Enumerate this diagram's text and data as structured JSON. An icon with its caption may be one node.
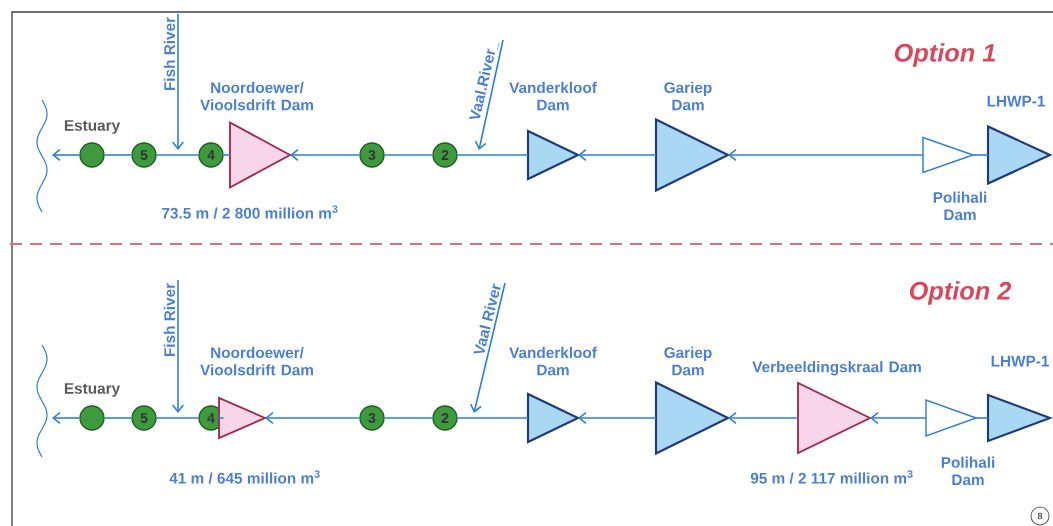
{
  "diagram": {
    "nodes": [
      {
        "text": [
          "Estuary"
        ]
      },
      {
        "text": [
          "5"
        ]
      },
      {
        "text": [
          "4"
        ]
      },
      {
        "text": [
          "Noordoewer/ Vioolsdrift Dam"
        ],
        "beside": [
          "73.5 m / 2 800 million m$^{3}$"
        ]
      },
      {
        "text": [
          "3"
        ]
      },
      {
        "text": [
          "2"
        ]
      },
      {
        "text": [
          "Vanderkloof Dam"
        ]
      },
      {
        "text": [
          "Gariep Dam"
        ]
      },
      {
        "text": [
          "Polihali Dam"
        ]
      },
      {
        "text": [
          "LHWP-1"
        ]
      },
      {
        "text": [
          "Fish River"
        ]
      },
      {
        "text": [
          "Vaal.River_"
        ]
      },
      {
        "text": [
          "Estuary"
        ]
      },
      {
        "text": [
          "5"
        ]
      },
      {
        "text": [
          "4"
        ]
      },
      {
        "text": [
          "Noordoewer/ Vioolsdrift Dam"
        ],
        "beside": [
          "41 m / 645 million m$^{3}$"
        ]
      },
      {
        "text": [
          "3"
        ]
      },
      {
        "text": [
          "2"
        ]
      },
      {
        "text": [
          "Vanderkloof Dam"
        ]
      },
      {
        "text": [
          "Gariep Dam"
        ]
      },
      {
        "text": [
          "Verbeeldingskraal Dam"
        ],
        "beside": [
          "95 m / 2 117 million m$^{3}$"
        ]
      },
      {
        "text": [
          "Polihali Dam"
        ]
      },
      {
        "text": [
          "LHWP-1"
        ]
      },
      {
        "text": [
          "Fish River"
        ]
      },
      {
        "text": [
          "Vaal River"
        ]
      }
    ],
    "edges": [
      {
        "from": 9,
        "to": 8,
        "arrow": "none"
      },
      {
        "from": 8,
        "to": 7,
        "arrow": "to"
      },
      {
        "from": 7,
        "to": 6,
        "arrow": "to"
      },
      {
        "from": 6,
        "to": 5,
        "arrow": "none"
      },
      {
        "from": 5,
        "to": 4,
        "arrow": "none"
      },
      {
        "from": 4,
        "to": 3,
        "arrow": "to"
      },
      {
        "from": 3,
        "to": 2,
        "arrow": "none"
      },
      {
        "from": 2,
        "to": 1,
        "arrow": "none"
      },
      {
        "from": 1,
        "to": 0,
        "arrow": "none"
      },
      {
        "from": 0,
        "to": null,
        "arrow": "to"
      },
      {
        "from": 10,
        "to": null,
        "arrow": "to"
      },
      {
        "from": 11,
        "to": null,
        "arrow": "to"
      },
      {
        "from": 22,
        "to": 21,
        "arrow": "none"
      },
      {
        "from": 21,
        "to": 20,
        "arrow": "to"
      },
      {
        "from": 20,
        "to": 19,
        "arrow": "to"
      },
      {
        "from": 19,
        "to": 18,
        "arrow": "to"
      },
      {
        "from": 18,
        "to": 17,
        "arrow": "none"
      },
      {
        "from": 17,
        "to": 16,
        "arrow": "none"
      },
      {
        "from": 16,
        "to": 15,
        "arrow": "to"
      },
      {
        "from": 15,
        "to": 14,
        "arrow": "none"
      },
      {
        "from": 14,
        "to": 13,
        "arrow": "none"
      },
      {
        "from": 13,
        "to": 12,
        "arrow": "none"
      },
      {
        "from": 12,
        "to": null,
        "arrow": "to"
      },
      {
        "from": 23,
        "to": null,
        "arrow": "to"
      },
      {
        "from": 24,
        "to": null,
        "arrow": "to"
      }
    ],
    "labels": [
      "Option 1",
      "Option 2",
      "8"
    ]
  }
}
